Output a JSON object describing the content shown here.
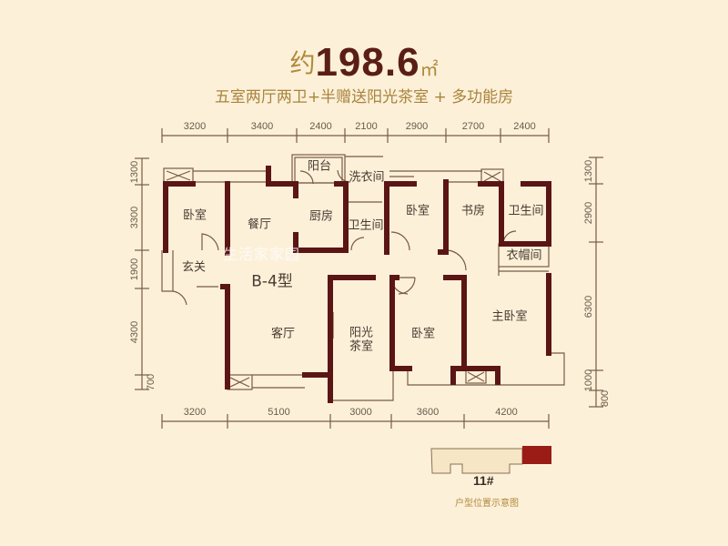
{
  "header": {
    "prefix": "约",
    "area": "198.6",
    "unit": "㎡",
    "subtitle": "五室两厅两卫+半赠送阳光茶室 + 多功能房"
  },
  "plan": {
    "type_label": "B-4型",
    "rooms": {
      "bedroom_left": "卧室",
      "dining": "餐厅",
      "kitchen": "厨房",
      "balcony": "阳台",
      "laundry": "洗衣间",
      "bathroom_small": "卫生间",
      "bedroom_mid": "卧室",
      "study": "书房",
      "bathroom_master": "卫生间",
      "cloakroom": "衣帽间",
      "foyer": "玄关",
      "living": "客厅",
      "sunroom_line1": "阳光",
      "sunroom_line2": "茶室",
      "bedroom_bottom": "卧室",
      "master_bedroom": "主卧室"
    },
    "watermark": "生活家家园"
  },
  "dimensions": {
    "top": [
      "3200",
      "3400",
      "2400",
      "2100",
      "2900",
      "2700",
      "2400"
    ],
    "bottom": [
      "3200",
      "5100",
      "3000",
      "3600",
      "4200"
    ],
    "left": [
      "1300",
      "3300",
      "1900",
      "4300",
      "700"
    ],
    "right": [
      "1300",
      "2900",
      "6300",
      "1000",
      "800"
    ]
  },
  "keyplan": {
    "building": "11#",
    "caption": "户型位置示意图"
  },
  "colors": {
    "background": "#fcf0d9",
    "wall": "#5b1515",
    "highlight": "#9b1b17",
    "gold": "#b08a3c"
  }
}
